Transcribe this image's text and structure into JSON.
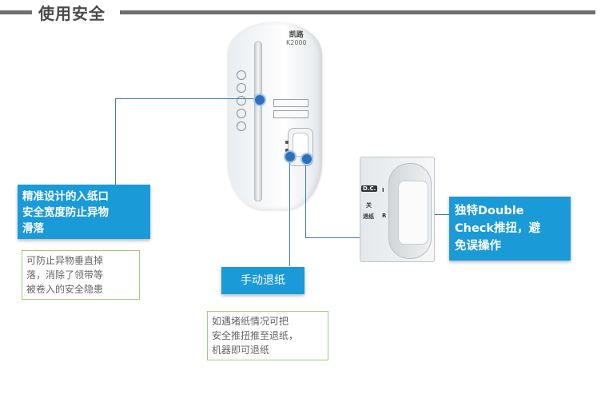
{
  "header": {
    "title": "使用安全"
  },
  "device": {
    "logo_line1": "凯路",
    "logo_line2": "K2000"
  },
  "zoom_panel": {
    "badge": "D.C.",
    "label_tl": "I",
    "label_ml": "关",
    "label_bl": "退纸",
    "label_br": "R"
  },
  "callouts": {
    "entry": {
      "title": [
        "精准设计的入纸口",
        "安全宽度防止异物",
        "滑落"
      ],
      "note": [
        "可防止异物垂直掉",
        "落，消除了领带等",
        "被卷入的安全隐患"
      ]
    },
    "manual": {
      "title": "手动退纸",
      "note": [
        "如遇堵纸情况可把",
        "安全推扭推至退纸，",
        "机器即可退纸"
      ]
    },
    "double_check": {
      "title": [
        "独特Double",
        "Check推扭，避",
        "免误操作"
      ]
    }
  },
  "colors": {
    "accent": "#1b9ad8",
    "line": "#3a7fc2",
    "note_border": "#9ccd7c",
    "header_bar": "#6f6f6f"
  }
}
